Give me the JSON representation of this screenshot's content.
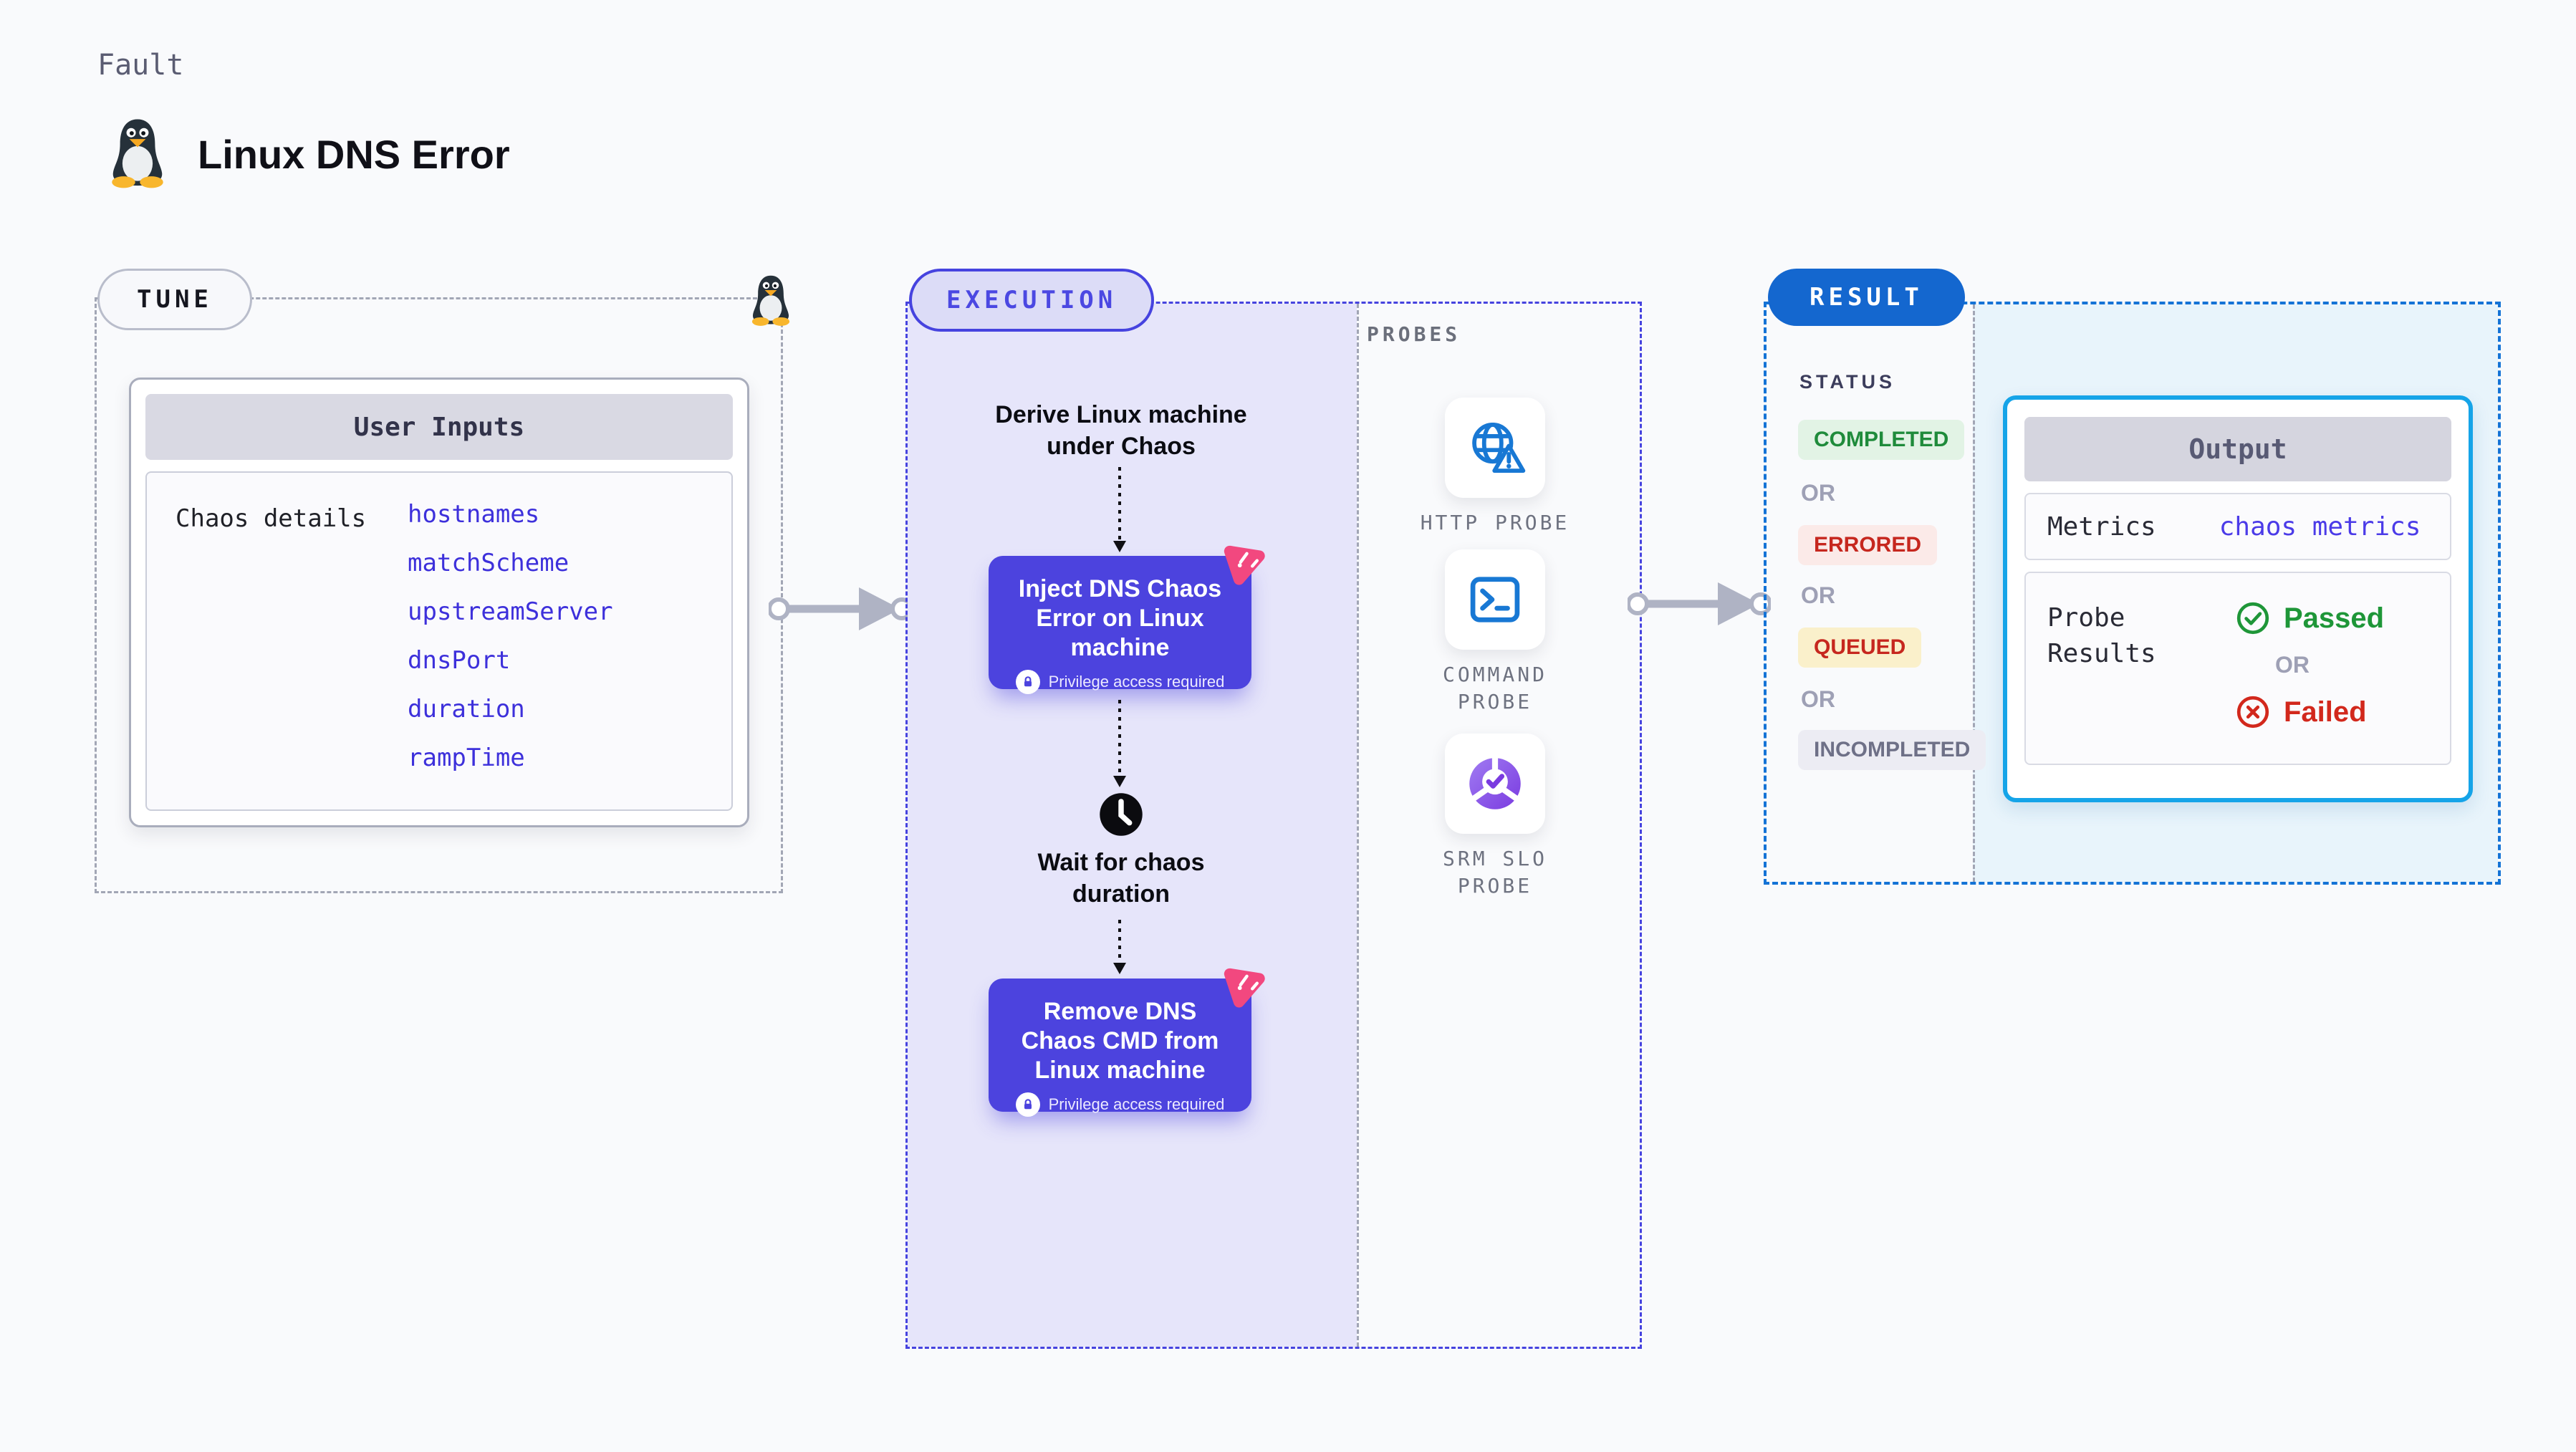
{
  "header": {
    "kicker": "Fault",
    "title": "Linux DNS Error"
  },
  "tune": {
    "badge": "TUNE",
    "table": {
      "header": "User Inputs",
      "row_label": "Chaos details",
      "params": [
        "hostnames",
        "matchScheme",
        "upstreamServer",
        "dnsPort",
        "duration",
        "rampTime"
      ]
    }
  },
  "execution": {
    "badge": "EXECUTION",
    "derive_step": "Derive Linux machine under Chaos",
    "inject_step": "Inject DNS Chaos Error on Linux machine",
    "wait_step": "Wait for chaos duration",
    "remove_step": "Remove DNS Chaos CMD from Linux machine",
    "privilege_note": "Privilege access required",
    "probes": {
      "label": "PROBES",
      "items": [
        {
          "label": "HTTP PROBE",
          "icon": "globe-alert-icon"
        },
        {
          "label": "COMMAND PROBE",
          "icon": "terminal-icon"
        },
        {
          "label": "SRM SLO PROBE",
          "icon": "slo-pie-check-icon"
        }
      ]
    }
  },
  "result": {
    "badge": "RESULT",
    "status": {
      "label": "STATUS",
      "separator": "OR",
      "items": [
        "COMPLETED",
        "ERRORED",
        "QUEUED",
        "INCOMPLETED"
      ]
    },
    "output": {
      "header": "Output",
      "metrics_label": "Metrics",
      "metrics_value": "chaos metrics",
      "probe_results_label": "Probe Results",
      "passed": "Passed",
      "or": "OR",
      "failed": "Failed"
    }
  },
  "colors": {
    "page_bg": "#f9fafc",
    "node_purple": "#4c43de",
    "execution_bg": "#e6e5fa",
    "execution_dash": "#4643df",
    "result_dash": "#1473d6",
    "result_bg": "#e8f4fb",
    "result_badge_bg": "#1467cf",
    "output_border": "#15a4e8",
    "chaos_pink": "#f2487f",
    "probe_icon_blue": "#1878d4",
    "param_blue": "#3d30db",
    "completed_green": "#1f8b3b",
    "errored_red": "#c6271e",
    "passed_green": "#1e9638",
    "failed_red": "#d2281c"
  }
}
